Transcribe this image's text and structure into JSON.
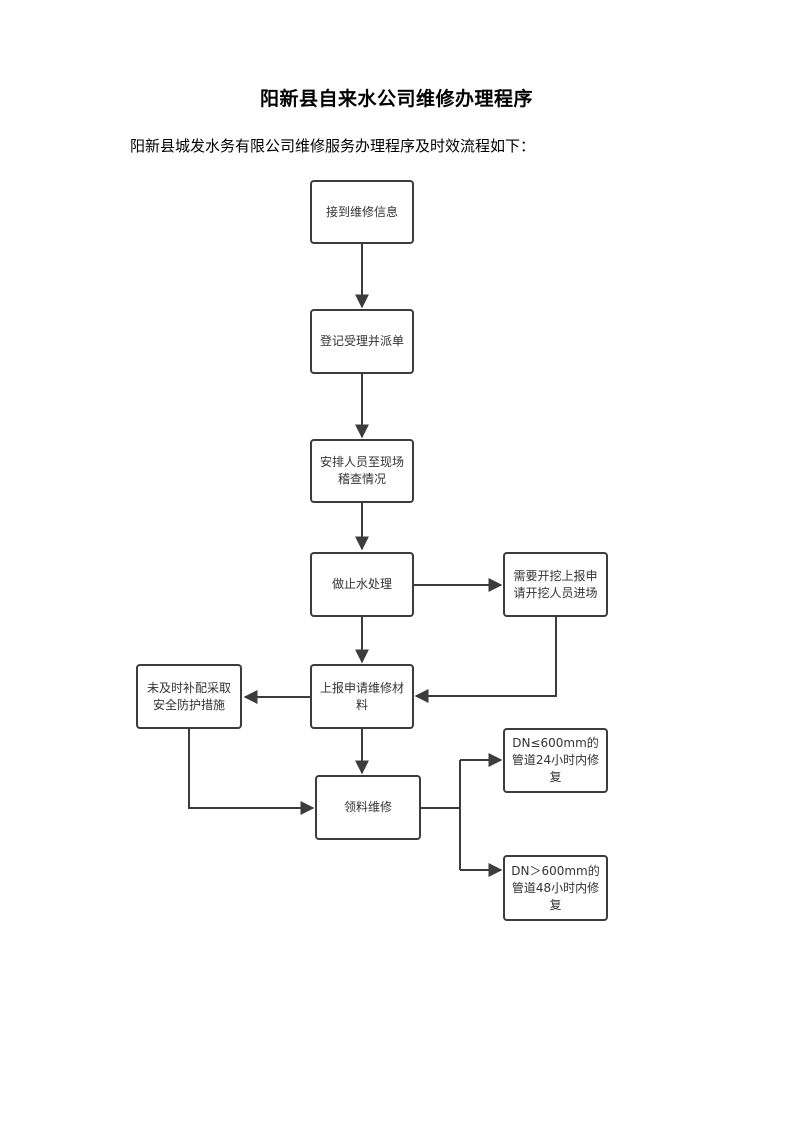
{
  "title": "阳新县自来水公司维修办理程序",
  "intro": "阳新县城发水务有限公司维修服务办理程序及时效流程如下：",
  "nodes": {
    "receive": "接到维修信息",
    "register": "登记受理并派单",
    "dispatch": "安排人员至现场稽查情况",
    "shutoff": "做止水处理",
    "excavate": "需要开挖上报申请开挖人员进场",
    "report": "上报申请维修材料",
    "temporary": "未及时补配采取安全防护措施",
    "collect": "领料维修",
    "small_pipe": "DN≤600mm的管道24小时内修复",
    "large_pipe": "DN＞600mm的管道48小时内修复"
  },
  "colors": {
    "border": "#3c3c3c",
    "text": "#333333"
  }
}
